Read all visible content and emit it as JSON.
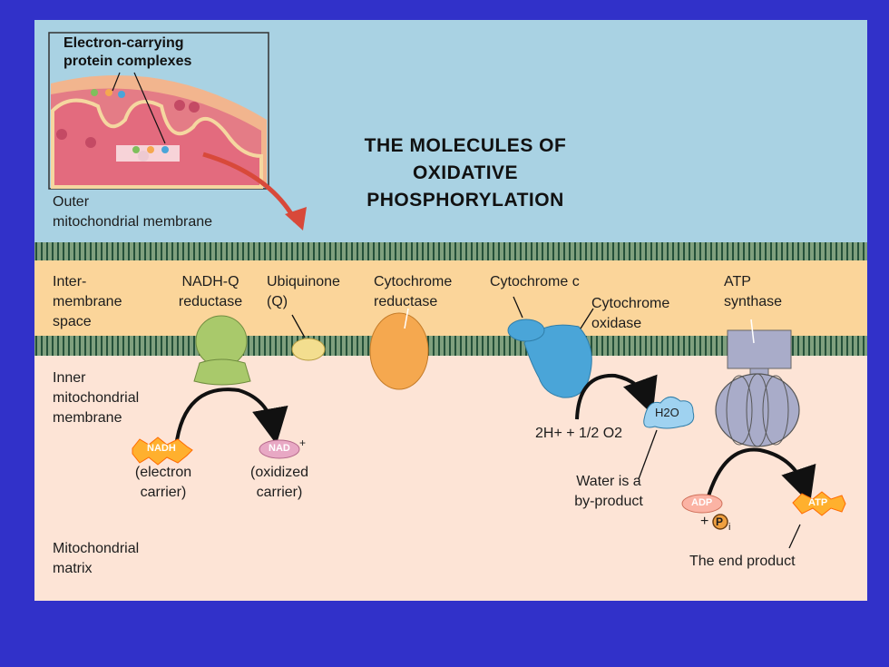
{
  "title": [
    "THE MOLECULES OF",
    "OXIDATIVE",
    "PHOSPHORYLATION"
  ],
  "inset": {
    "title": [
      "Electron-carrying",
      "protein complexes"
    ]
  },
  "regions": {
    "outer": [
      "Outer",
      "mitochondrial membrane"
    ],
    "intermembrane": [
      "Inter-",
      "membrane",
      "space"
    ],
    "inner": [
      "Inner",
      "mitochondrial",
      "membrane"
    ],
    "matrix": [
      "Mitochondrial",
      "matrix"
    ]
  },
  "complexes": {
    "nadh_q": [
      "NADH-Q",
      "reductase"
    ],
    "ubiquinone": [
      "Ubiquinone",
      "(Q)"
    ],
    "cyt_reductase": [
      "Cytochrome",
      "reductase"
    ],
    "cyt_c": "Cytochrome c",
    "cyt_oxidase": [
      "Cytochrome",
      "oxidase"
    ],
    "atp_synthase": [
      "ATP",
      "synthase"
    ]
  },
  "molecules": {
    "nadh": "NADH",
    "nadh_caption": [
      "(electron",
      "carrier)"
    ],
    "nad": "NAD",
    "nad_charge": "+",
    "nad_caption": [
      "(oxidized",
      "carrier)"
    ],
    "reactants": "2H+ + 1/2 O2",
    "water": "H2O",
    "water_caption": [
      "Water is a",
      "by-product"
    ],
    "adp": "ADP",
    "pi_plus": "+",
    "pi": "P",
    "pi_sub": "i",
    "atp": "ATP",
    "atp_caption": "The end product"
  },
  "colors": {
    "background": "#3131c9",
    "outer_space": "#a9d2e3",
    "intermembrane": "#fbd59a",
    "matrix": "#fde4d6",
    "membrane": "#2e5e3c",
    "nadh_q": "#a9c96b",
    "ubiquinone": "#f3de8f",
    "cyt_reductase": "#f5a84f",
    "cyt_c_oxidase": "#4aa5d8",
    "atp_synthase": "#a9acc9"
  }
}
